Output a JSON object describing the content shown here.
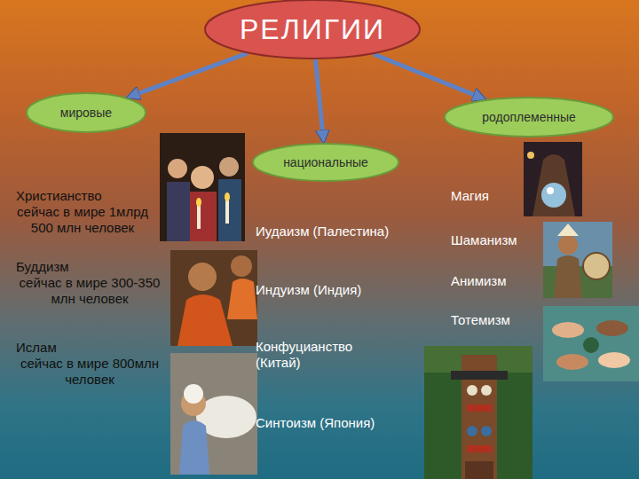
{
  "diagram": {
    "nodes": [
      {
        "text": [
          "РЕЛИГИИ"
        ]
      },
      {
        "text": [
          "мировые"
        ]
      },
      {
        "text": [
          "родоплеменные"
        ]
      },
      {
        "text": [
          "национальные"
        ]
      }
    ],
    "edges": [
      {
        "from": 0,
        "to": 1,
        "arrow": "to"
      },
      {
        "from": 0,
        "to": 3,
        "arrow": "to"
      },
      {
        "from": 0,
        "to": 2,
        "arrow": "to"
      }
    ],
    "labels": [
      "Христианство",
      "сейчас в мире 1млрд 500 млн человек",
      "Буддизм",
      "сейчас в мире 300-350 млн человек",
      "Ислам",
      "сейчас в мире 800млн человек",
      "Иудаизм (Палестина)",
      "Индуизм (Индия)",
      "Конфуцианство (Китай)",
      "Синтоизм (Япония)",
      "Магия",
      "Шаманизм",
      "Анимизм",
      "Тотемизм"
    ]
  }
}
